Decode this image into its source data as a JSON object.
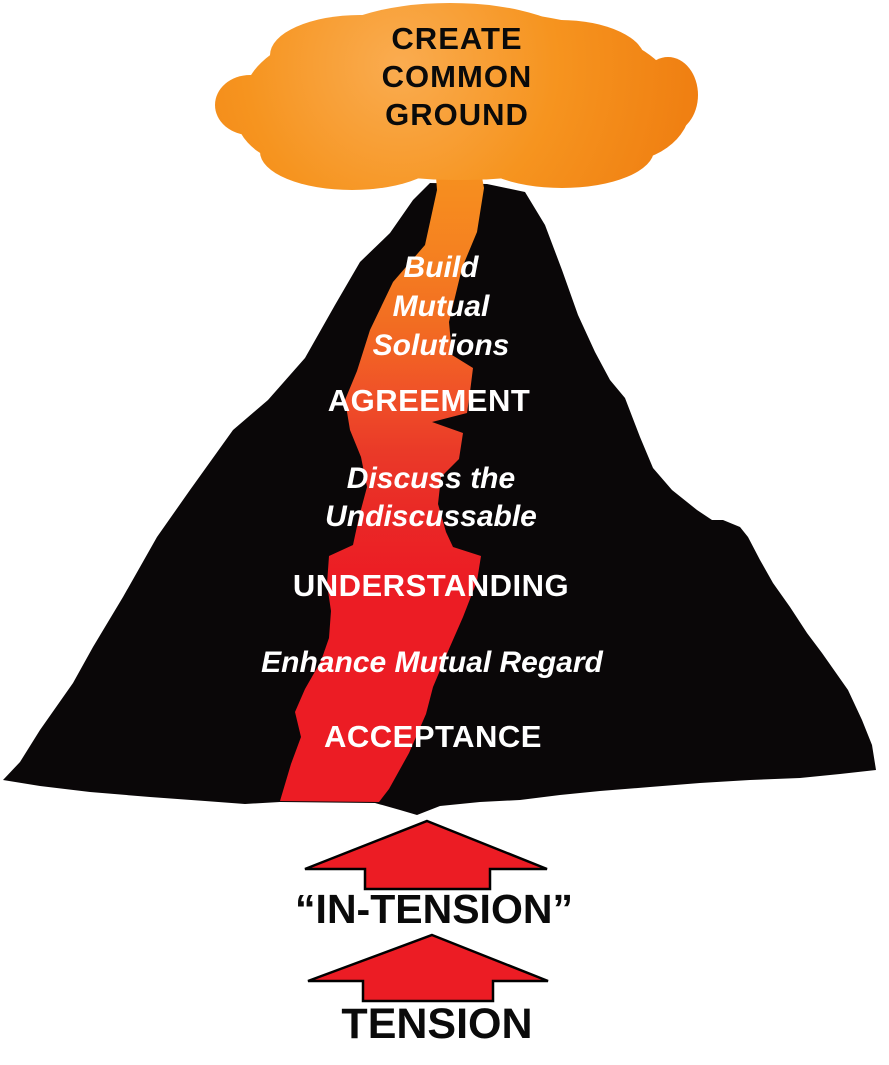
{
  "cloud": {
    "lines": [
      "CREATE",
      "COMMON",
      "GROUND"
    ]
  },
  "mountain": {
    "levels": [
      {
        "kind": "action",
        "lines": [
          "Build",
          "Mutual",
          "Solutions"
        ]
      },
      {
        "kind": "stage",
        "label": "AGREEMENT"
      },
      {
        "kind": "action",
        "lines": [
          "Discuss the",
          "Undiscussable"
        ]
      },
      {
        "kind": "stage",
        "label": "UNDERSTANDING"
      },
      {
        "kind": "action",
        "lines": [
          "Enhance Mutual Regard"
        ]
      },
      {
        "kind": "stage",
        "label": "ACCEPTANCE"
      }
    ]
  },
  "base": {
    "in_tension": "“IN-TENSION”",
    "tension": "TENSION"
  },
  "colors": {
    "cloud_orange": "#F58220",
    "cloud_orange_light": "#FAAC50",
    "cloud_orange_deep": "#EF7D10",
    "lava_orange": "#F7941E",
    "lava_red": "#EC1C24",
    "arrow_red": "#EC1C24",
    "volcano_black": "#0A0708",
    "level_text": "#FFFFFF",
    "title_text": "#0A0A0A"
  }
}
